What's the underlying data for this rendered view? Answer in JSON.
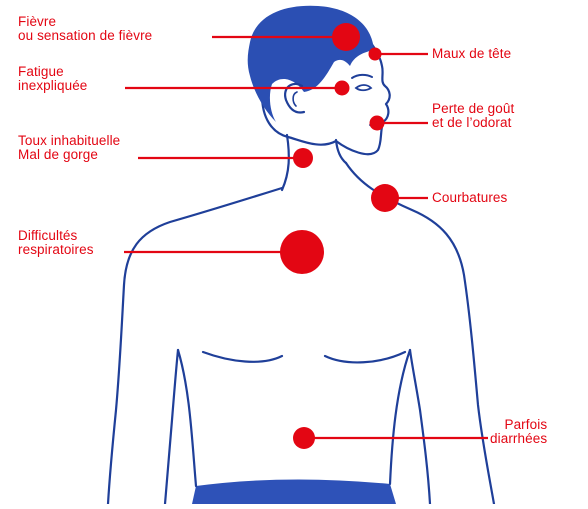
{
  "colors": {
    "accent": "#e30613",
    "body_outline": "#1f3f99",
    "hair": "#2b4fb3",
    "shorts": "#2e52b8"
  },
  "symptoms": [
    {
      "line1": "Fièvre",
      "line2": "ou sensation de fièvre",
      "side": "left"
    },
    {
      "line1": "Fatigue",
      "line2": "inexpliquée",
      "side": "left"
    },
    {
      "line1": "Toux inhabituelle",
      "line2": "Mal de gorge",
      "side": "left"
    },
    {
      "line1": "Difficultés",
      "line2": "respiratoires",
      "side": "left"
    },
    {
      "line1": "Maux de tête",
      "line2": "",
      "side": "right"
    },
    {
      "line1": "Perte de goût",
      "line2": "et de l’odorat",
      "side": "right"
    },
    {
      "line1": "Courbatures",
      "line2": "",
      "side": "right"
    },
    {
      "line1": "Parfois",
      "line2": "diarrhées",
      "side": "right"
    }
  ]
}
